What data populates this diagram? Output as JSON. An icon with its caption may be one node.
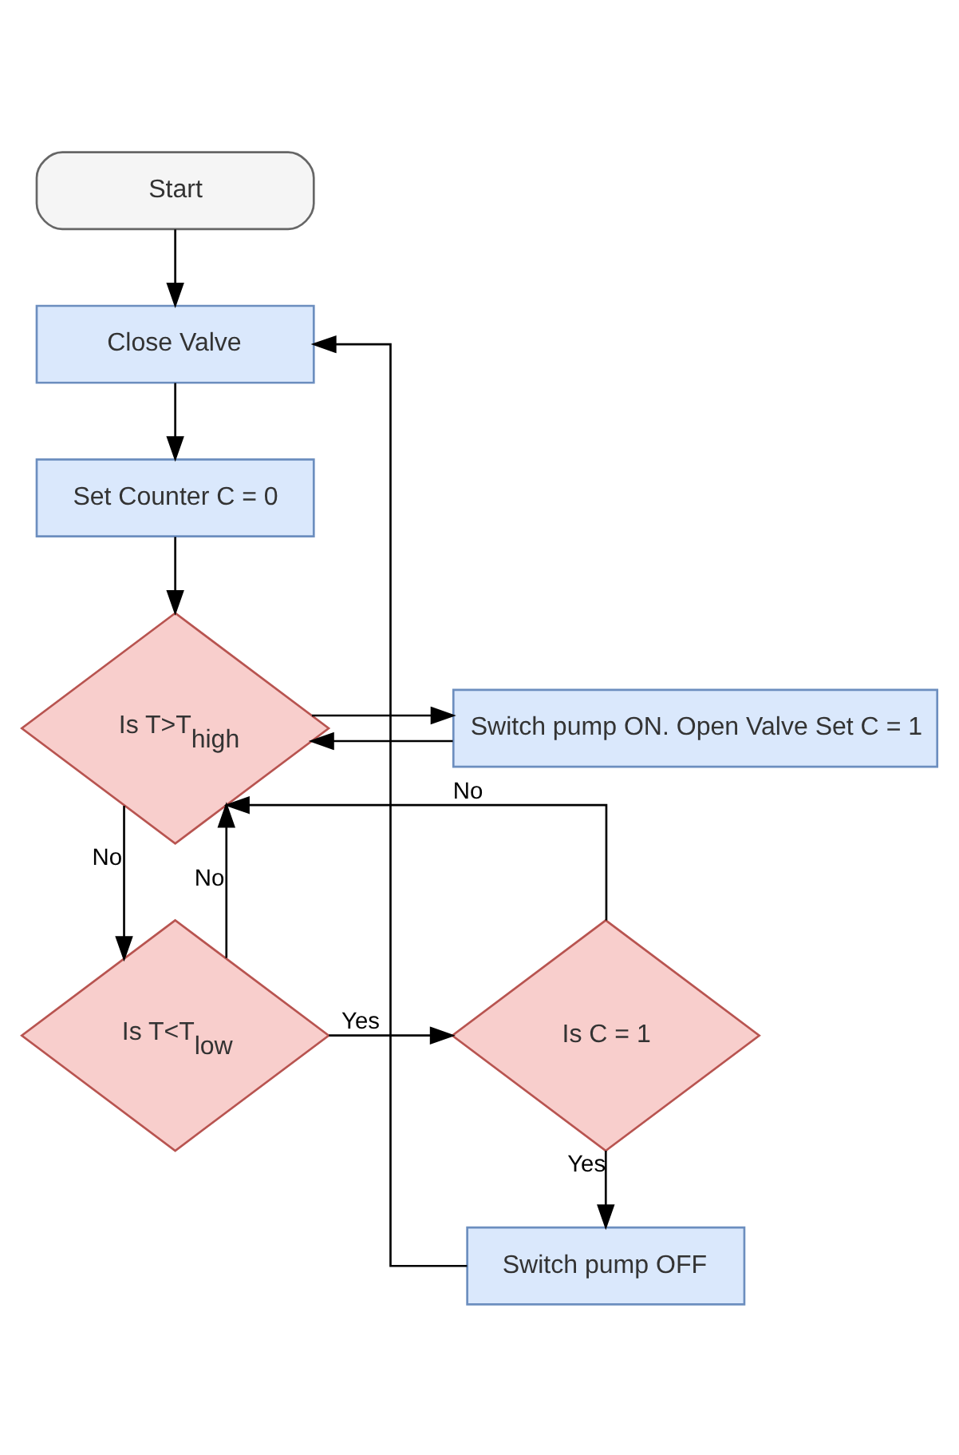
{
  "diagram": {
    "nodes": [
      {
        "text": [
          "Start"
        ]
      },
      {
        "text": [
          "Close Valve"
        ]
      },
      {
        "text": [
          "Set Counter C = 0"
        ]
      },
      {
        "text": [
          "Is T>T$_{high}$"
        ]
      },
      {
        "text": [
          "Switch pump ON. Open Valve Set C = 1"
        ]
      },
      {
        "text": [
          "Is T<T$_{low}$"
        ]
      },
      {
        "text": [
          "Is C = 1"
        ]
      },
      {
        "text": [
          "Switch pump OFF"
        ]
      }
    ],
    "edges": [
      {
        "from": 0,
        "to": 1,
        "arrow": "to"
      },
      {
        "from": 1,
        "to": 2,
        "arrow": "to"
      },
      {
        "from": 2,
        "to": 3,
        "arrow": "to"
      },
      {
        "from": 3,
        "to": 4,
        "arrow": "to"
      },
      {
        "from": 4,
        "to": 3,
        "arrow": "to"
      },
      {
        "from": 3,
        "to": 5,
        "arrow": "to",
        "label": "No"
      },
      {
        "from": 5,
        "to": 6,
        "arrow": "to",
        "label": "Yes"
      },
      {
        "from": 5,
        "to": 3,
        "arrow": "to",
        "label": "No"
      },
      {
        "from": 6,
        "to": 3,
        "arrow": "to",
        "label": "No"
      },
      {
        "from": 6,
        "to": 7,
        "arrow": "to",
        "label": "Yes"
      },
      {
        "from": 7,
        "to": 1,
        "arrow": "to"
      }
    ]
  }
}
